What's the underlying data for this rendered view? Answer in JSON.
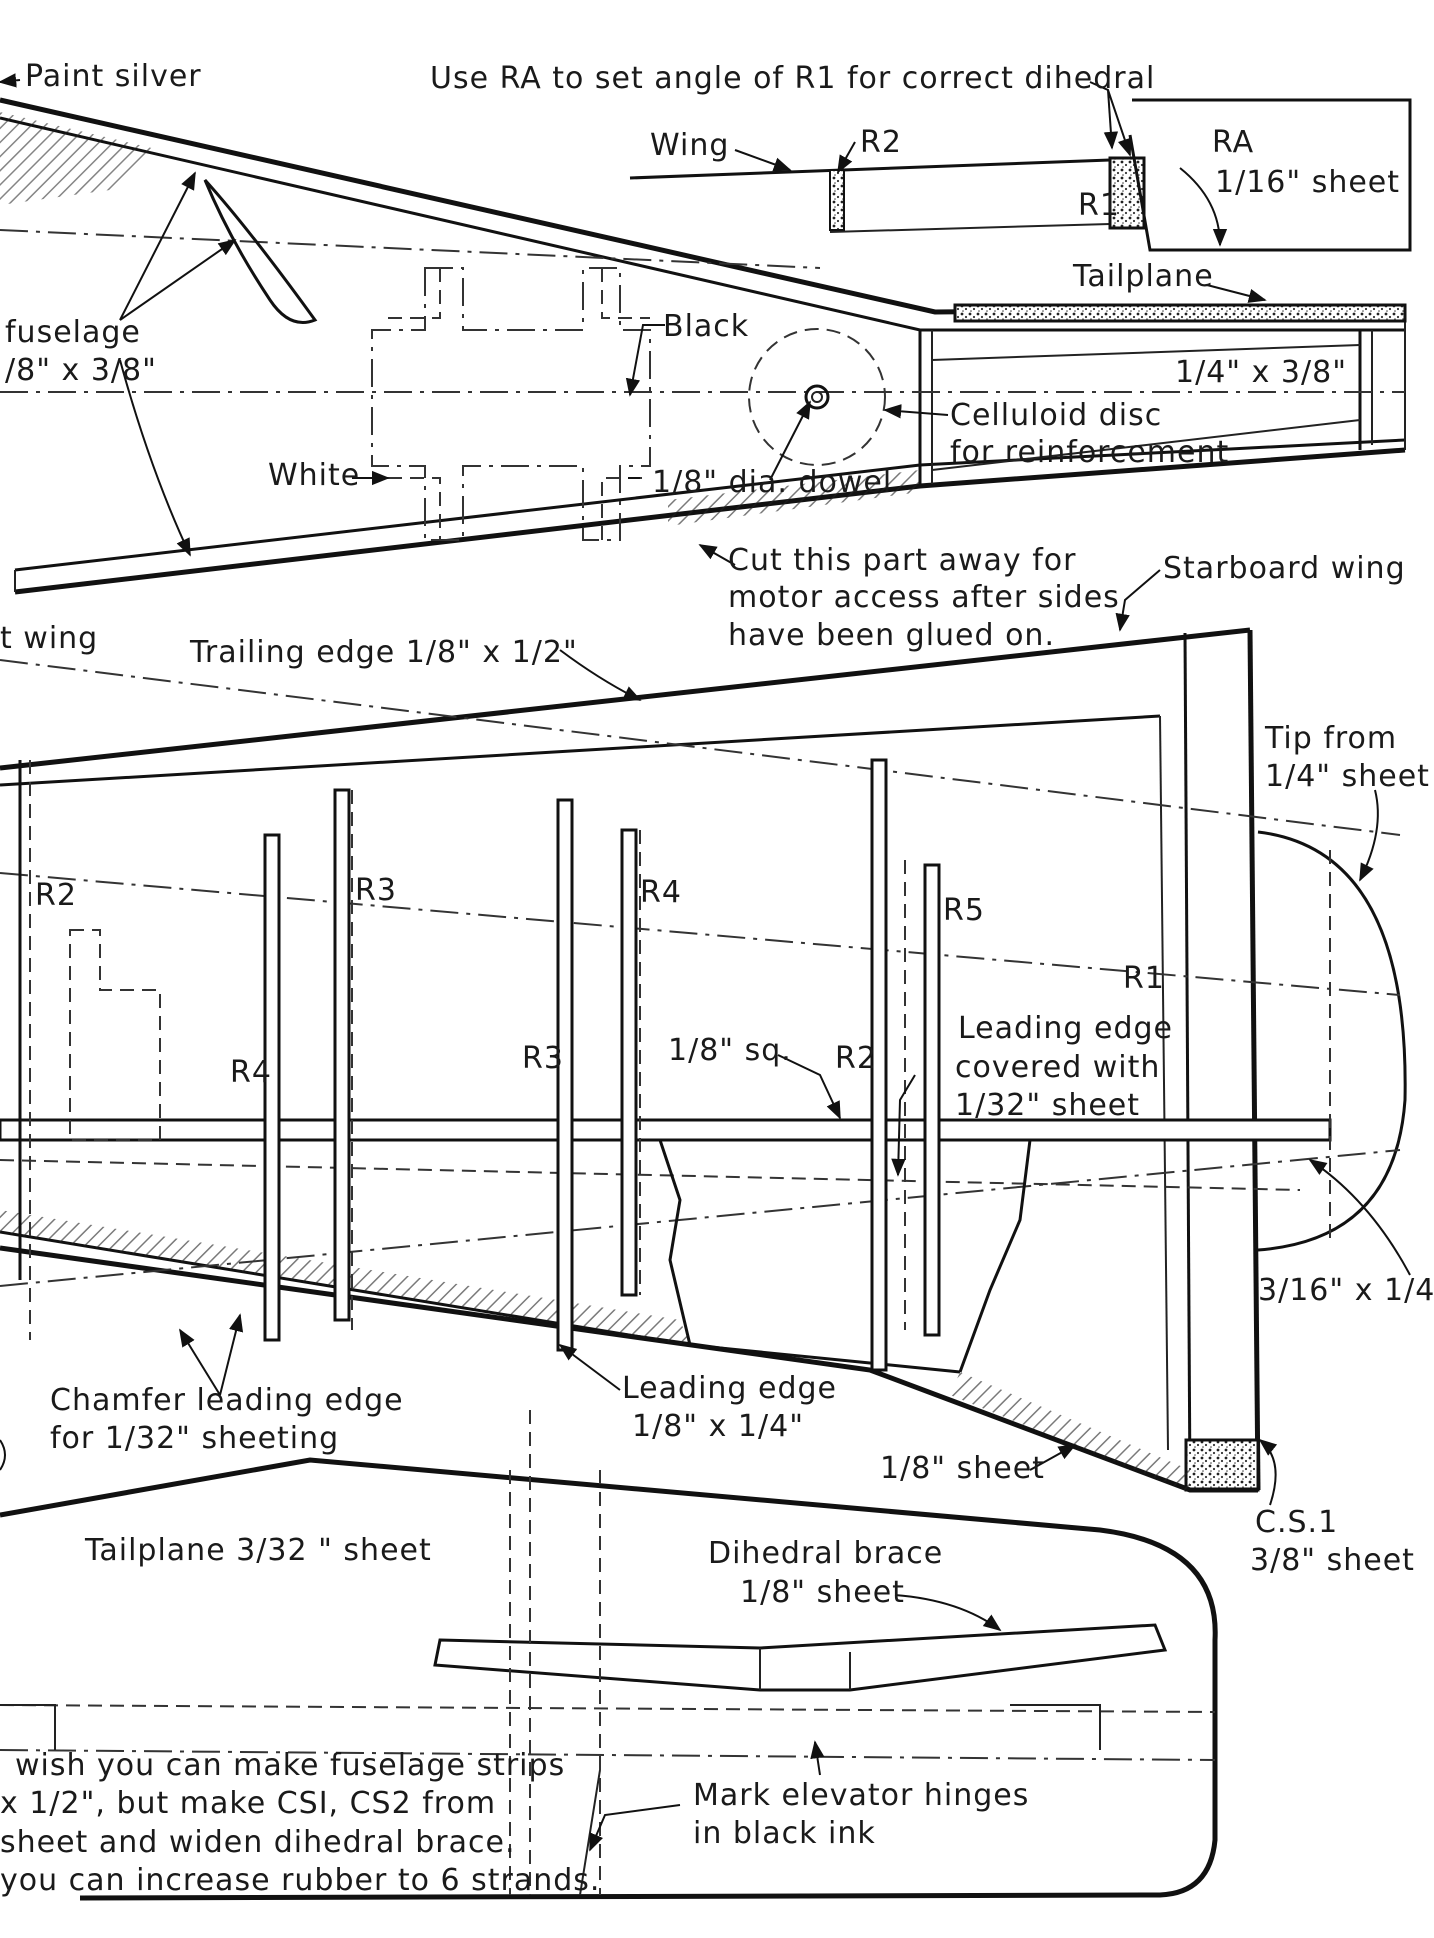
{
  "labels": {
    "paint_silver": "Paint silver",
    "dihedral_note": "Use RA to set angle of R1 for correct dihedral",
    "wing": "Wing",
    "r2_top": "R2",
    "ra": "RA",
    "ra_sheet": "1/16\" sheet",
    "r1_top": "R1",
    "tailplane": "Tailplane",
    "fuselage": "fuselage",
    "fuselage_size": "/8\" x 3/8\"",
    "black": "Black",
    "white": "White",
    "tail_size": "1/4\" x 3/8\"",
    "celluloid_1": "Celluloid disc",
    "celluloid_2": "for reinforcement",
    "dowel": "1/8\" dia. dowel",
    "cut_1": "Cut this part away for",
    "cut_2": "motor access after sides",
    "cut_3": "have been glued on.",
    "starboard_wing": "Starboard wing",
    "port_wing": "t wing",
    "trailing_edge": "Trailing edge 1/8\" x 1/2\"",
    "tip_1": "Tip from",
    "tip_2": "1/4\" sheet",
    "r2": "R2",
    "r3": "R3",
    "r4": "R4",
    "r5": "R5",
    "r1": "R1",
    "r4_low": "R4",
    "r3_low": "R3",
    "r2_low": "R2",
    "spar": "1/8\" sq.",
    "le_cover_1": "Leading edge",
    "le_cover_2": "covered with",
    "le_cover_3": "1/32\" sheet",
    "spar_tip": "3/16\" x 1/4",
    "chamfer_1": "Chamfer leading edge",
    "chamfer_2": "for 1/32\" sheeting",
    "le_1": "Leading edge",
    "le_2": "1/8\" x 1/4\"",
    "sheet_18": "1/8\" sheet",
    "cs1_1": "C.S.1",
    "cs1_2": "3/8\" sheet",
    "tailplane_sheet": "Tailplane 3/32 \" sheet",
    "dihedral_brace_1": "Dihedral brace",
    "dihedral_brace_2": "1/8\" sheet",
    "note_1": "wish you can make fuselage strips",
    "note_2": "x 1/2\", but make CSI, CS2 from",
    "note_3": "sheet and widen dihedral brace.",
    "note_4": "you can increase rubber to 6 strands.",
    "hinges_1": "Mark elevator hinges",
    "hinges_2": "in black ink"
  }
}
